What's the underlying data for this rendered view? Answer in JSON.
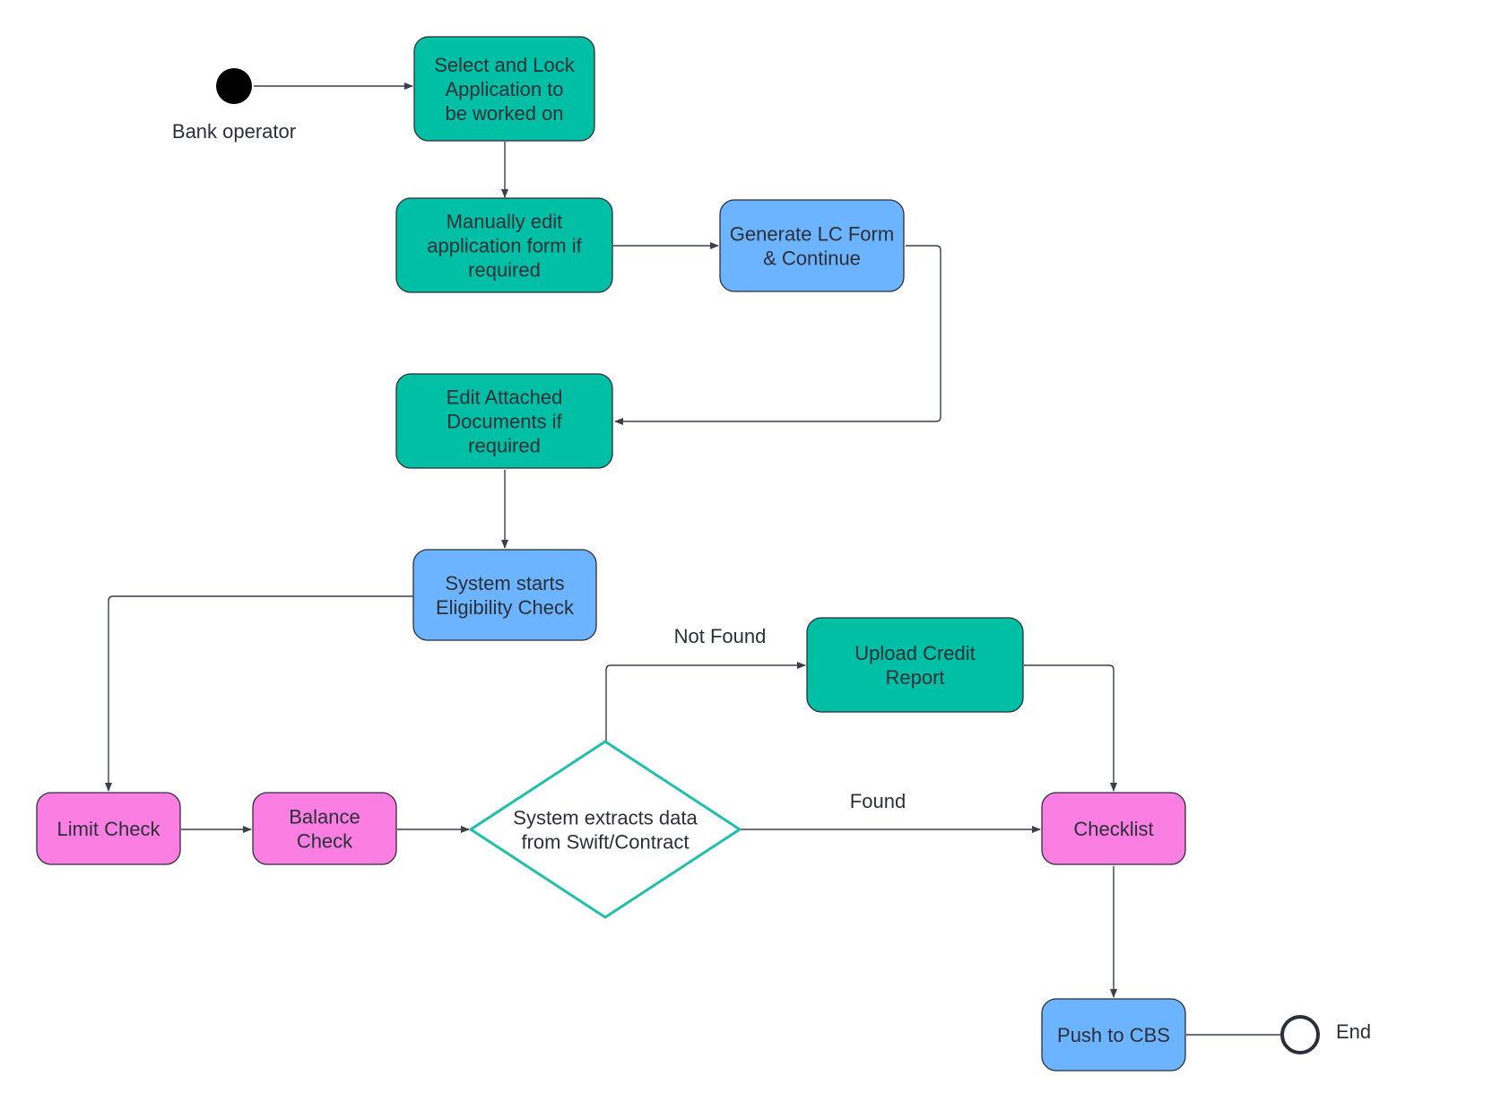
{
  "colors": {
    "green": "#00bfa5",
    "blue": "#6cb4ff",
    "pink": "#fb7fe2",
    "stroke": "#2b2f38",
    "diamond_stroke": "#1fbfaa",
    "edge": "#3a3f4b",
    "text": "#2b2f38"
  },
  "start": {
    "label": "Bank operator"
  },
  "end": {
    "label": "End"
  },
  "nodes": {
    "select_lock": {
      "lines": [
        "Select and Lock",
        "Application to",
        "be worked on"
      ]
    },
    "manual_edit": {
      "lines": [
        "Manually edit",
        "application form if",
        "required"
      ]
    },
    "generate_lc": {
      "lines": [
        "Generate LC Form",
        "& Continue"
      ]
    },
    "edit_docs": {
      "lines": [
        "Edit Attached",
        "Documents if",
        "required"
      ]
    },
    "eligibility": {
      "lines": [
        "System starts",
        "Eligibility Check"
      ]
    },
    "limit_check": {
      "lines": [
        "Limit Check"
      ]
    },
    "balance_check": {
      "lines": [
        "Balance",
        "Check"
      ]
    },
    "extract_decision": {
      "lines": [
        "System extracts data",
        "from Swift/Contract"
      ]
    },
    "upload_credit": {
      "lines": [
        "Upload Credit",
        "Report"
      ]
    },
    "checklist": {
      "lines": [
        "Checklist"
      ]
    },
    "push_cbs": {
      "lines": [
        "Push to CBS"
      ]
    }
  },
  "edge_labels": {
    "not_found": "Not Found",
    "found": "Found"
  }
}
